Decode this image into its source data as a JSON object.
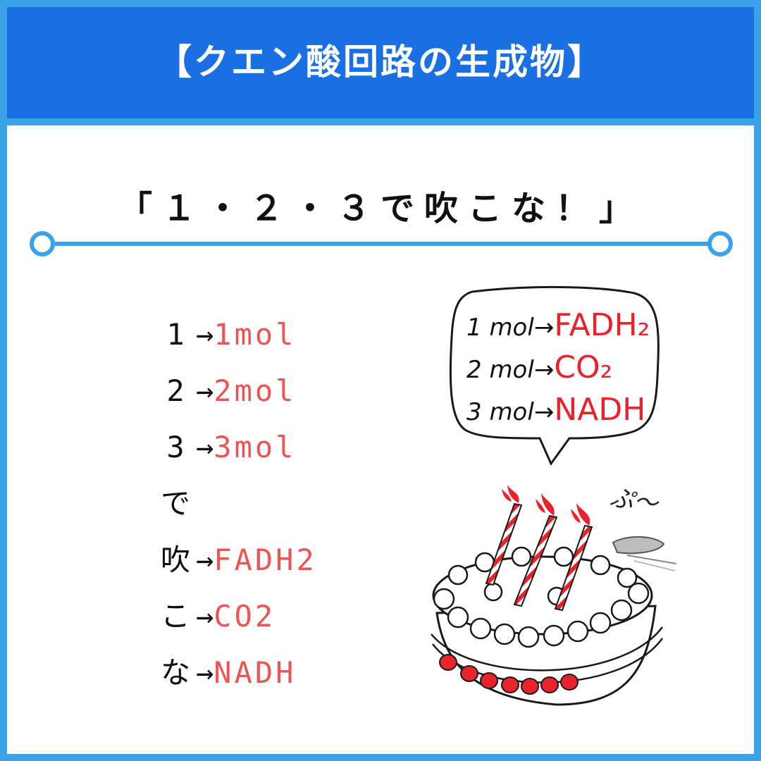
{
  "header": {
    "title": "【クエン酸回路の生成物】"
  },
  "mnemonic": "「１・２・３で吹こな！」",
  "rows": [
    {
      "key": "1",
      "arrow": "→",
      "value": "1mol"
    },
    {
      "key": "2",
      "arrow": "→",
      "value": "2mol"
    },
    {
      "key": "3",
      "arrow": "→",
      "value": "3mol"
    },
    {
      "key": "で",
      "arrow": "",
      "value": ""
    },
    {
      "key": "吹",
      "arrow": "→",
      "value": "FADH2"
    },
    {
      "key": "こ",
      "arrow": "→",
      "value": "CO2"
    },
    {
      "key": "な",
      "arrow": "→",
      "value": "NADH"
    }
  ],
  "bubble": {
    "lines": [
      {
        "amount": "1 mol",
        "arrow": "→",
        "product": "FADH₂"
      },
      {
        "amount": "2 mol",
        "arrow": "→",
        "product": "CO₂"
      },
      {
        "amount": "3 mol",
        "arrow": "→",
        "product": "NADH"
      }
    ]
  },
  "sound_effect": "ぷ～",
  "colors": {
    "header_bg": "#1a6fe3",
    "border": "#3aa3e8",
    "value_red": "#ef5454",
    "product_red": "#e8232b"
  }
}
